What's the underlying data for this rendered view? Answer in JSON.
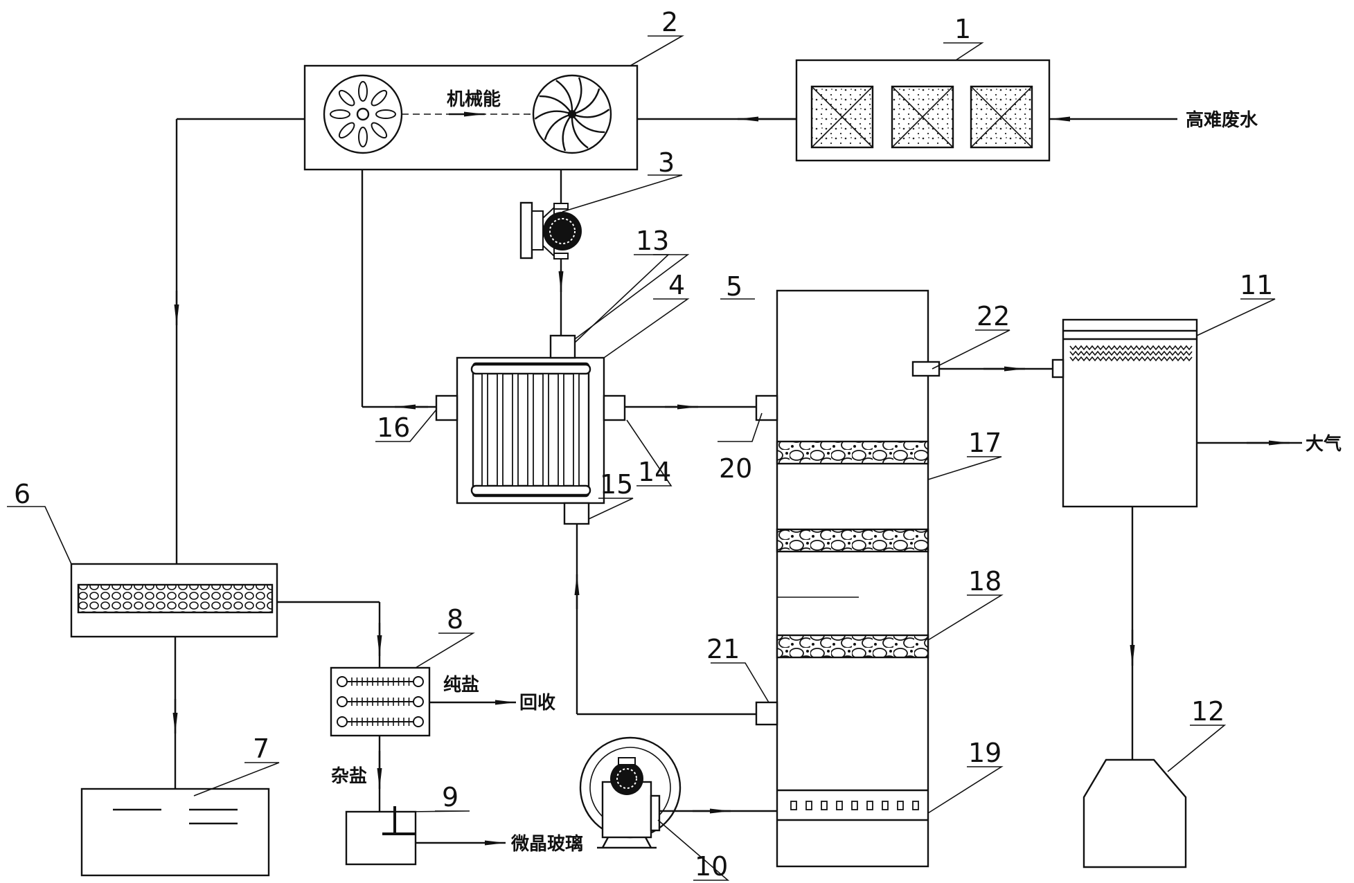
{
  "numbers": {
    "n1": "1",
    "n2": "2",
    "n3": "3",
    "n4": "4",
    "n5": "5",
    "n6": "6",
    "n7": "7",
    "n8": "8",
    "n9": "9",
    "n10": "10",
    "n11": "11",
    "n12": "12",
    "n13": "13",
    "n14": "14",
    "n15": "15",
    "n16": "16",
    "n17": "17",
    "n18": "18",
    "n19": "19",
    "n20": "20",
    "n21": "21",
    "n22": "22"
  },
  "labels": {
    "mechanical_energy": "机械能",
    "wastewater": "高难废水",
    "pure_salt": "纯盐",
    "recycle": "回收",
    "mixed_salt": "杂盐",
    "glass_ceramic": "微晶玻璃",
    "atmosphere": "大气"
  },
  "colors": {
    "line": "#111111",
    "background": "#ffffff"
  }
}
